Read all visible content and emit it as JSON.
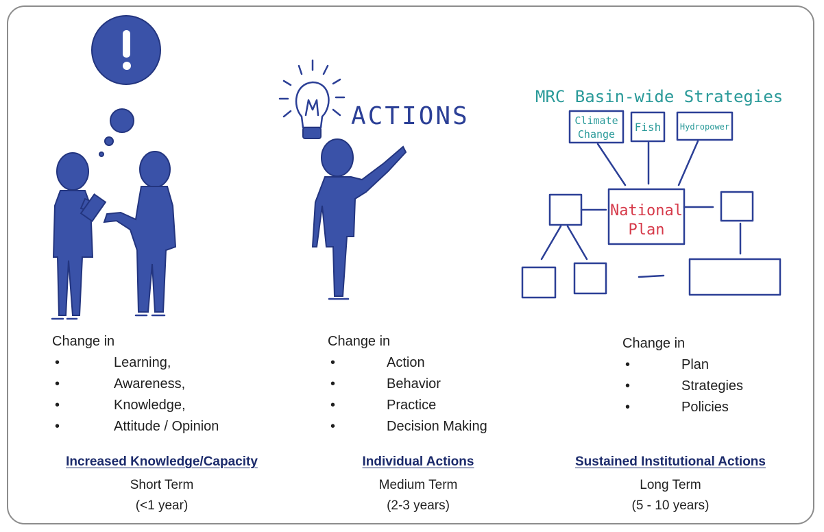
{
  "diagram": {
    "actions_label": "ACTIONS",
    "strategies_title": "MRC Basin-wide Strategies",
    "boxes": {
      "climate_line1": "Climate",
      "climate_line2": "Change",
      "fish": "Fish",
      "hydropower": "Hydropower",
      "national_line1": "National",
      "national_line2": "Plan"
    }
  },
  "columns": [
    {
      "heading": "Change in",
      "items": [
        "Learning,",
        "Awareness,",
        "Knowledge,",
        "Attitude / Opinion"
      ],
      "outcome": "Increased Knowledge/Capacity",
      "term": "Short Term",
      "duration": "(<1 year)"
    },
    {
      "heading": "Change in",
      "items": [
        "Action",
        "Behavior",
        "Practice",
        "Decision Making"
      ],
      "outcome": "Individual Actions",
      "term": "Medium Term",
      "duration": "(2-3 years)"
    },
    {
      "heading": "Change in",
      "items": [
        "Plan",
        "Strategies",
        "Policies"
      ],
      "outcome": "Sustained Institutional Actions",
      "term": "Long Term",
      "duration": "(5 - 10 years)"
    }
  ],
  "bullet_char": "•",
  "colors": {
    "sketch_blue": "#3a52a8",
    "teal_text": "#2a9a99",
    "national_red": "#d63a4a",
    "outcome_navy": "#1b2a6b",
    "frame_gray": "#8c8c8c"
  }
}
